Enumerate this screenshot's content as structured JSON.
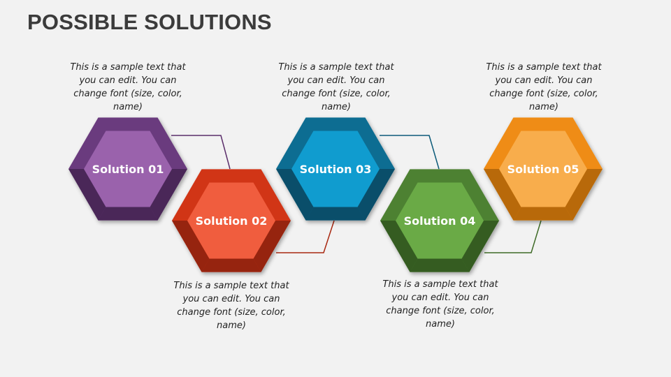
{
  "title": "POSSIBLE SOLUTIONS",
  "solutions": [
    {
      "label": "Solution 01",
      "text": "This is a sample text that you can edit. You can change font (size, color, name)",
      "outer": "#6b3a7e",
      "outer_dark": "#4a2758",
      "inner": "#9a62ac"
    },
    {
      "label": "Solution 02",
      "text": "This is a sample text that you can edit. You can change font (size, color, name)",
      "outer": "#d13418",
      "outer_dark": "#96240f",
      "inner": "#f05d3e"
    },
    {
      "label": "Solution 03",
      "text": "This is a sample text that you can edit. You can change font (size, color, name)",
      "outer": "#0f6d92",
      "outer_dark": "#0a4e6a",
      "inner": "#109ccf"
    },
    {
      "label": "Solution 04",
      "text": "This is a sample text that you can edit. You can change font (size, color, name)",
      "outer": "#4d8131",
      "outer_dark": "#355c21",
      "inner": "#6aaa46"
    },
    {
      "label": "Solution 05",
      "text": "This is a sample text that you can edit. You can change font (size, color, name)",
      "outer": "#ef8c12",
      "outer_dark": "#b8690a",
      "inner": "#f8ad4c"
    }
  ]
}
